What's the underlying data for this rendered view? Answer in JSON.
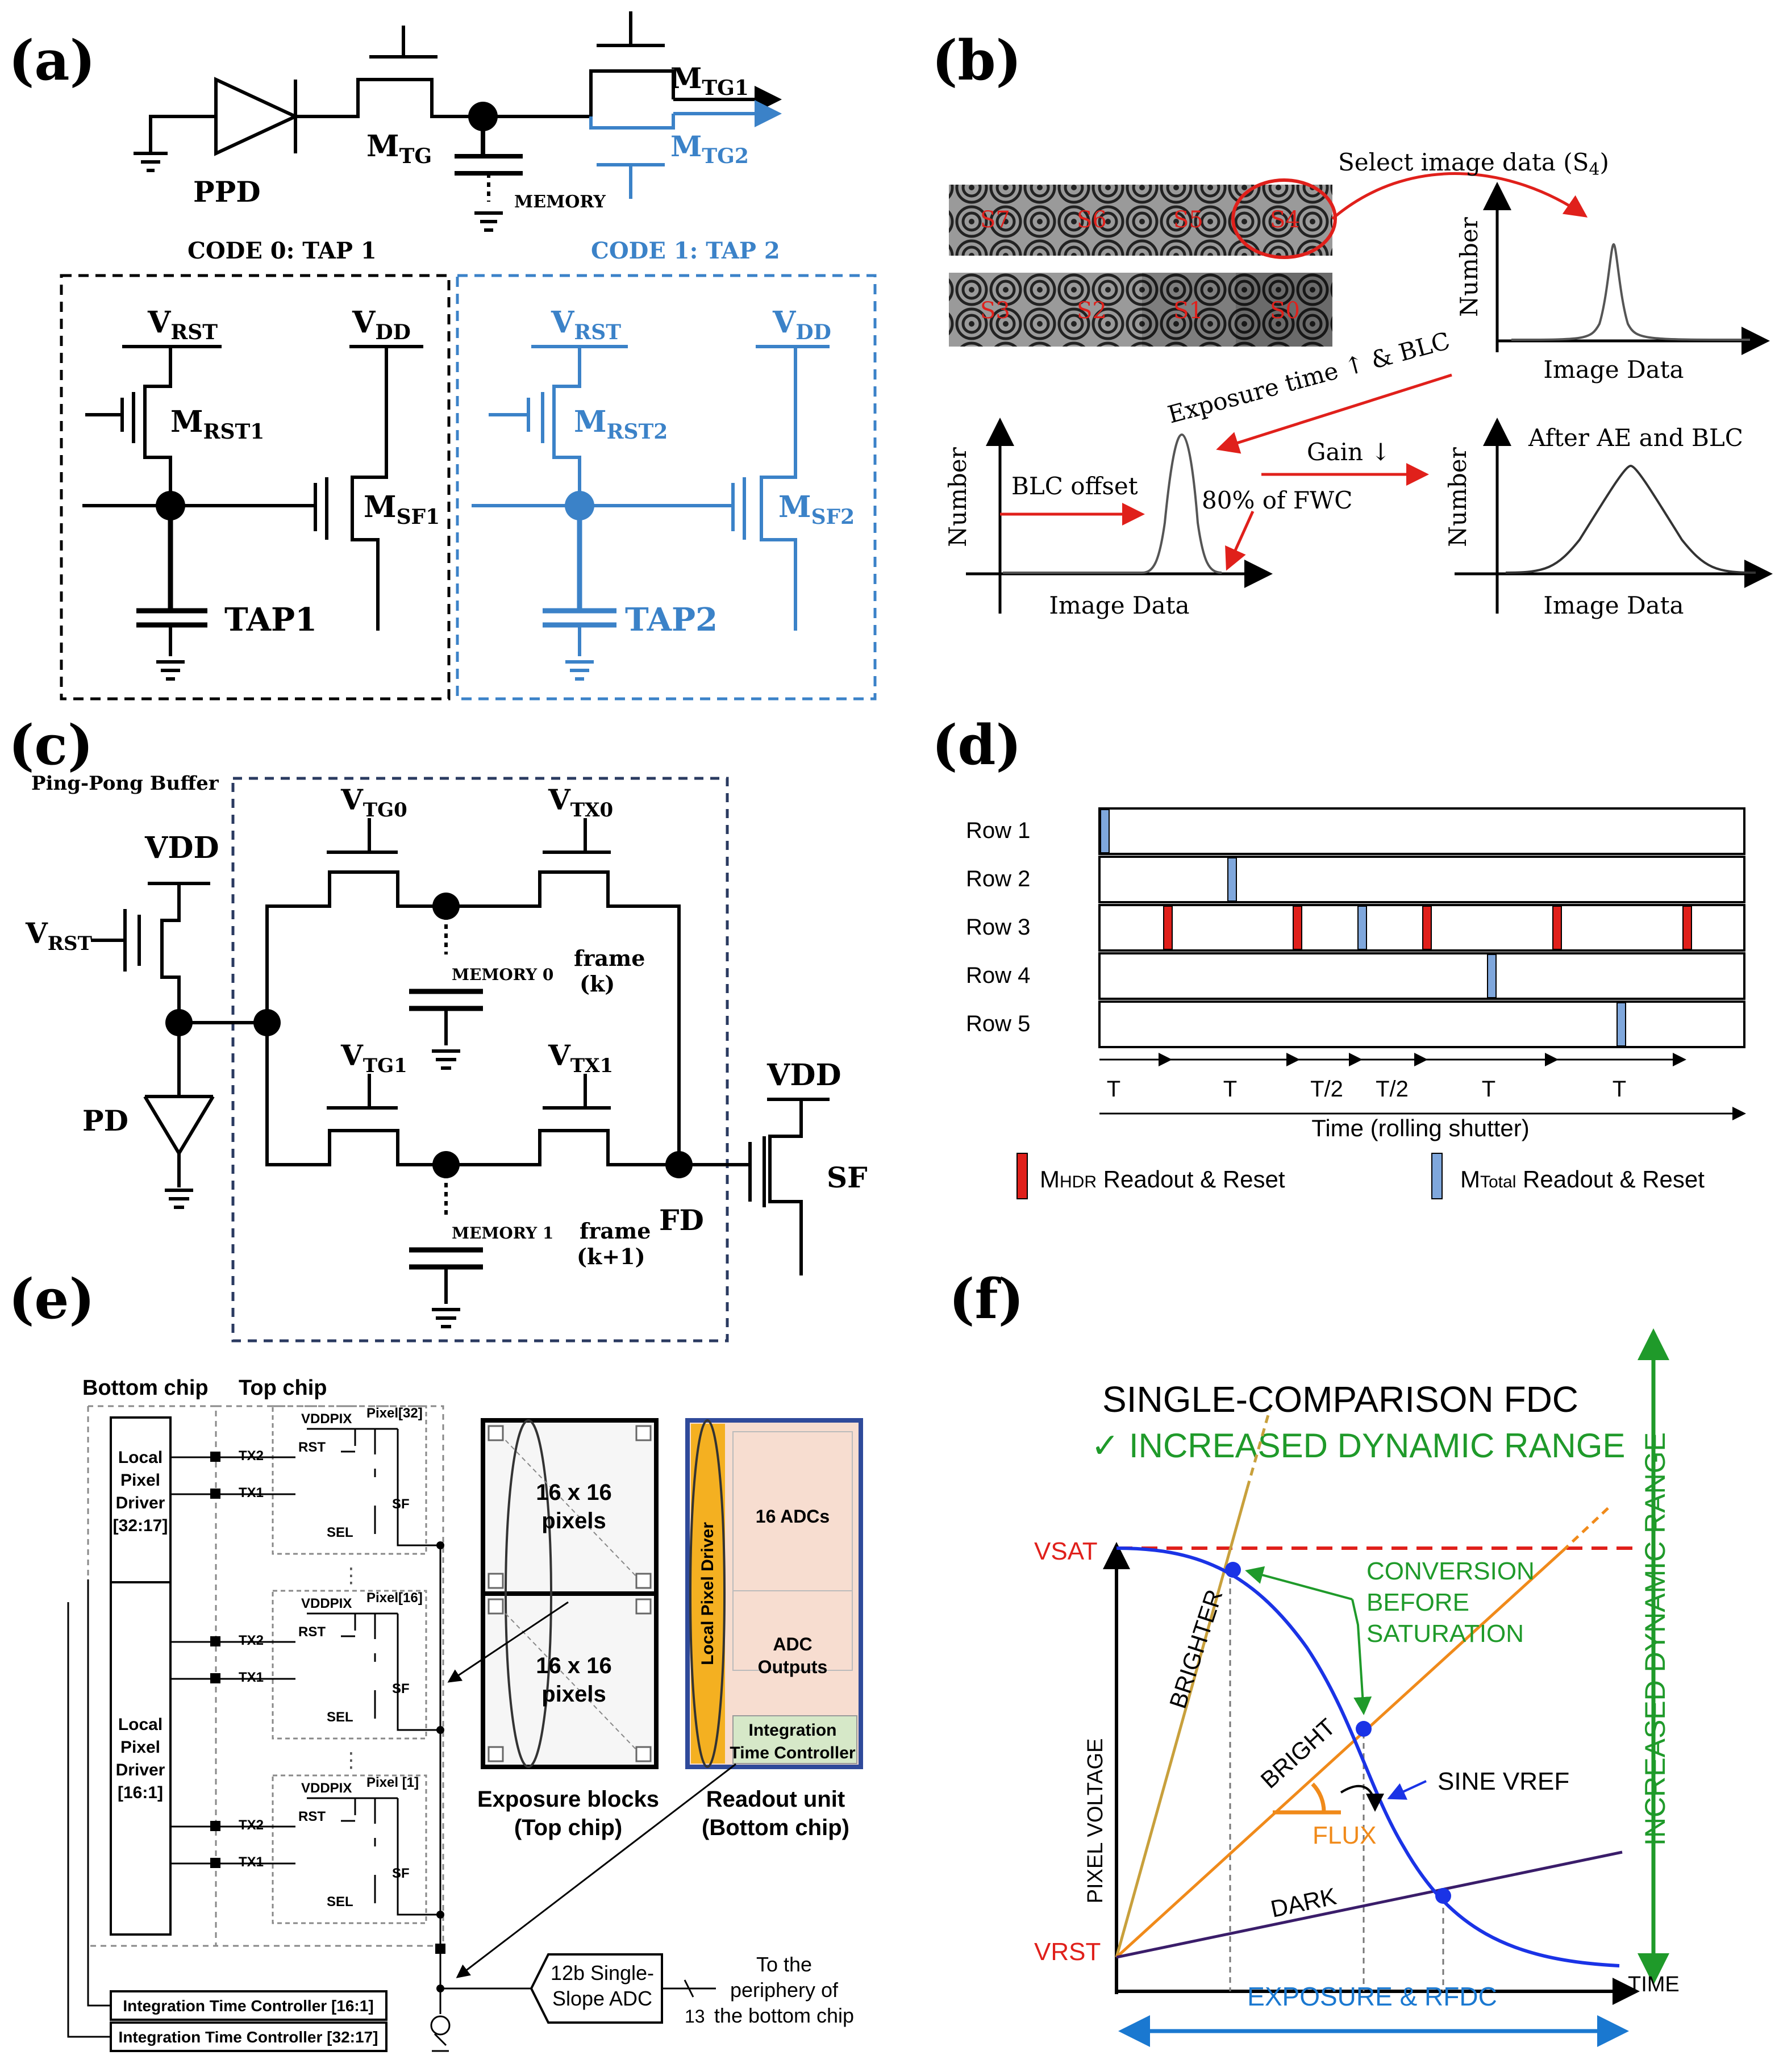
{
  "panel_labels": {
    "a": "(a)",
    "b": "(b)",
    "c": "(c)",
    "d": "(d)",
    "e": "(e)",
    "f": "(f)"
  },
  "colors": {
    "blue": "#3b82c8",
    "red": "#e0201b",
    "green": "#1f9a2a",
    "orange": "#f08a1a",
    "gold": "#c8a03c",
    "purple": "#3a1d6a",
    "curve_blue": "#1a33e6",
    "tan": "#d8a878"
  },
  "a": {
    "ppd": "PPD",
    "mtg": "M",
    "mtg_sub": "TG",
    "mtg1": "M",
    "mtg1_sub": "TG1",
    "mtg2": "M",
    "mtg2_sub": "TG2",
    "memory": "MEMORY",
    "code0": "CODE 0: TAP 1",
    "code1": "CODE 1: TAP 2",
    "vrst": "V",
    "vrst_sub": "RST",
    "vdd": "V",
    "vdd_sub": "DD",
    "mrst1": "M",
    "mrst1_sub": "RST1",
    "msf1": "M",
    "msf1_sub": "SF1",
    "tap1": "TAP1",
    "mrst2": "M",
    "mrst2_sub": "RST2",
    "msf2": "M",
    "msf2_sub": "SF2",
    "tap2": "TAP2"
  },
  "b": {
    "select": "Select image data (S",
    "select_sub": "4",
    "select_end": ")",
    "top_samples": [
      "S7",
      "S6",
      "S5",
      "S4"
    ],
    "bottom_samples": [
      "S3",
      "S2",
      "S1",
      "S0"
    ],
    "number": "Number",
    "image_data": "Image Data",
    "exposure": "Exposure time ↑ & BLC",
    "blc_offset": "BLC offset",
    "fwc": "80% of FWC",
    "gain": "Gain ↓",
    "after": "After AE and BLC"
  },
  "c": {
    "pingpong": "Ping-Pong Buffer",
    "vdd": "VDD",
    "vrst": "V",
    "vrst_sub": "RST",
    "vtg0": "V",
    "vtg0_sub": "TG0",
    "vtx0": "V",
    "vtx0_sub": "TX0",
    "vtg1": "V",
    "vtg1_sub": "TG1",
    "vtx1": "V",
    "vtx1_sub": "TX1",
    "memory0": "MEMORY 0",
    "memory1": "MEMORY 1",
    "frame_k": "frame",
    "frame_k2": "(k)",
    "frame_k1": "frame",
    "frame_k12": "(k+1)",
    "pd": "PD",
    "fd": "FD",
    "sf": "SF",
    "vdd2": "VDD"
  },
  "d": {
    "rows": [
      "Row 1",
      "Row 2",
      "Row 3",
      "Row 4",
      "Row 5"
    ],
    "time_segments": [
      "T",
      "T",
      "T/2",
      "T/2",
      "T",
      "T"
    ],
    "axis": "Time (rolling shutter)",
    "legend_red_pre": "M",
    "legend_red_sub": "HDR",
    "legend_red_post": " Readout & Reset",
    "legend_blue_pre": "M",
    "legend_blue_sub": "Total",
    "legend_blue_post": " Readout & Reset"
  },
  "e": {
    "bottom_chip": "Bottom chip",
    "top_chip": "Top chip",
    "lpd1": [
      "Local",
      "Pixel",
      "Driver",
      "[32:17]"
    ],
    "lpd2": [
      "Local",
      "Pixel",
      "Driver",
      "[16:1]"
    ],
    "pixels": [
      "Pixel[32]",
      "Pixel[16]",
      "Pixel [1]"
    ],
    "vddpix": "VDDPIX",
    "rst": "RST",
    "tx2": "TX2",
    "tx1": "TX1",
    "sf": "SF",
    "sel": "SEL",
    "dots": "⋮",
    "itc1": "Integration Time Controller [16:1]",
    "itc2": "Integration Time Controller [32:17]",
    "block": [
      "16 x 16",
      "pixels"
    ],
    "exposure_blocks": [
      "Exposure blocks",
      "(Top chip)"
    ],
    "readout": [
      "Readout unit",
      "(Bottom chip)"
    ],
    "lpd_vert": "Local Pixel Driver",
    "adcs": "16 ADCs",
    "adc_out": [
      "ADC",
      "Outputs"
    ],
    "itc_box": [
      "Integration",
      "Time Controller"
    ],
    "adc": [
      "12b Single-",
      "Slope ADC"
    ],
    "bus": "13",
    "periphery": [
      "To the",
      "periphery of",
      "the bottom chip"
    ]
  },
  "f": {
    "title": "SINGLE-COMPARISON FDC",
    "subtitle": "✓ INCREASED DYNAMIC RANGE",
    "vsat": "VSAT",
    "vrst": "VRST",
    "brighter": "BRIGHTER",
    "bright": "BRIGHT",
    "dark": "DARK",
    "flux": "FLUX",
    "conversion": [
      "CONVERSION",
      "BEFORE",
      "SATURATION"
    ],
    "sine": "SINE VREF",
    "ylabel": "PIXEL VOLTAGE",
    "xlabel": "TIME",
    "exposure": "EXPOSURE & RFDC",
    "idr": "INCREASED DYNAMIC RANGE"
  }
}
